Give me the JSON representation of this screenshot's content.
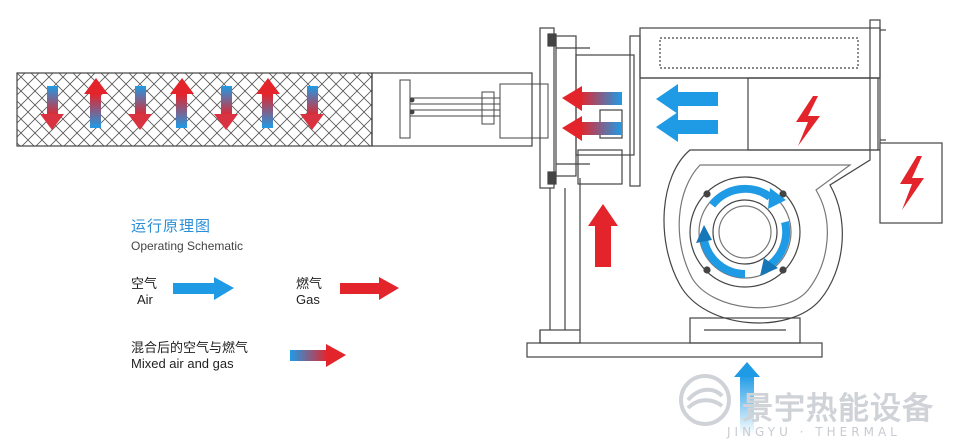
{
  "legend": {
    "title_cn": "运行原理图",
    "title_en": "Operating Schematic",
    "air_cn": "空气",
    "air_en": "Air",
    "gas_cn": "燃气",
    "gas_en": "Gas",
    "mixed_cn": "混合后的空气与燃气",
    "mixed_en": "Mixed air and gas"
  },
  "logo": {
    "name_cn": "景宇热能设备",
    "sub": "JINGYU · THERMAL"
  },
  "colors": {
    "air": "#1f9be6",
    "gas": "#e4242b",
    "line": "#4a4a4a",
    "accent": "#2a8fd6"
  }
}
